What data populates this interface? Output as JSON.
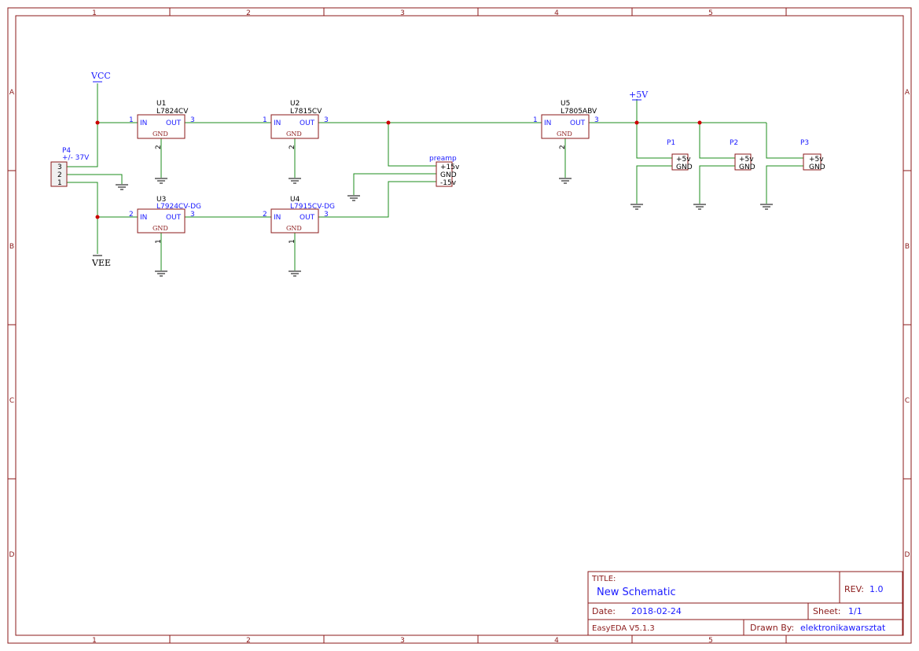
{
  "colors": {
    "frame": "#8b1a1a",
    "wire": "#1e8c1e",
    "junction": "#cc0000",
    "pin_number": "#1a1aff",
    "label_blue": "#1a1aff",
    "ground": "#000000"
  },
  "frame": {
    "columns": [
      "1",
      "2",
      "3",
      "4",
      "5"
    ],
    "rows": [
      "A",
      "B",
      "C",
      "D"
    ]
  },
  "power": {
    "vcc": "VCC",
    "vee": "VEE",
    "plus5v": "+5V"
  },
  "connector_p4": {
    "ref": "P4",
    "value": "+/- 37V",
    "pins": [
      "3",
      "2",
      "1"
    ]
  },
  "regulators": [
    {
      "ref": "U1",
      "value": "L7824CV",
      "in_pin": "1",
      "out_pin": "3",
      "gnd_pin": "2",
      "in": "IN",
      "out": "OUT",
      "gnd": "GND"
    },
    {
      "ref": "U2",
      "value": "L7815CV",
      "in_pin": "1",
      "out_pin": "3",
      "gnd_pin": "2",
      "in": "IN",
      "out": "OUT",
      "gnd": "GND"
    },
    {
      "ref": "U3",
      "value": "L7924CV-DG",
      "in_pin": "2",
      "out_pin": "3",
      "gnd_pin": "1",
      "in": "IN",
      "out": "OUT",
      "gnd": "GND"
    },
    {
      "ref": "U4",
      "value": "L7915CV-DG",
      "in_pin": "2",
      "out_pin": "3",
      "gnd_pin": "1",
      "in": "IN",
      "out": "OUT",
      "gnd": "GND"
    },
    {
      "ref": "U5",
      "value": "L7805ABV",
      "in_pin": "1",
      "out_pin": "3",
      "gnd_pin": "2",
      "in": "IN",
      "out": "OUT",
      "gnd": "GND"
    }
  ],
  "preamp": {
    "ref": "preamp",
    "pins": [
      "+15v",
      "GND",
      "-15v"
    ]
  },
  "outputs": [
    {
      "ref": "P1",
      "pins": [
        "+5v",
        "GND"
      ]
    },
    {
      "ref": "P2",
      "pins": [
        "+5v",
        "GND"
      ]
    },
    {
      "ref": "P3",
      "pins": [
        "+5v",
        "GND"
      ]
    }
  ],
  "title_block": {
    "title_label": "TITLE:",
    "title": "New Schematic",
    "rev_label": "REV:",
    "rev": "1.0",
    "date_label": "Date:",
    "date": "2018-02-24",
    "sheet_label": "Sheet:",
    "sheet": "1/1",
    "software": "EasyEDA V5.1.3",
    "drawn_by_label": "Drawn By:",
    "drawn_by": "elektronikawarsztat"
  }
}
